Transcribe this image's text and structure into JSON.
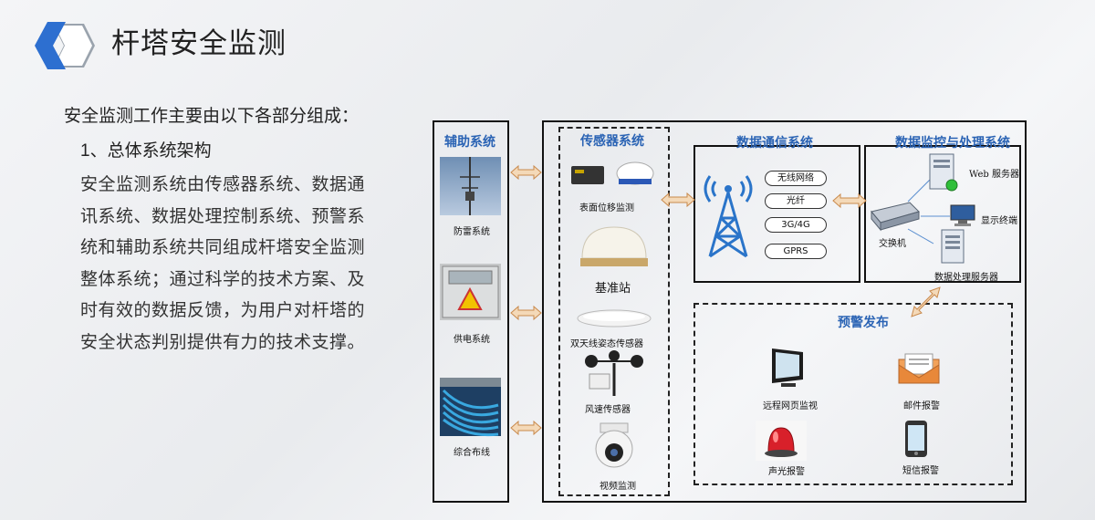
{
  "header": {
    "title": "杆塔安全监测"
  },
  "intro": "安全监测工作主要由以下各部分组成：",
  "section": {
    "heading": "1、总体系统架构",
    "paragraph": "安全监测系统由传感器系统、数据通讯系统、数据处理控制系统、预警系统和辅助系统共同组成杆塔安全监测整体系统；通过科学的技术方案、及时有效的数据反馈，为用户对杆塔的安全状态判别提供有力的技术支撑。"
  },
  "diagram": {
    "auxiliary": {
      "title": "辅助系统",
      "items": [
        "防雷系统",
        "供电系统",
        "综合布线"
      ]
    },
    "sensors": {
      "title": "传感器系统",
      "items": [
        "表面位移监测",
        "基准站",
        "双天线姿态传感器",
        "风速传感器",
        "视频监测"
      ]
    },
    "comm": {
      "title": "数据通信系统",
      "channels": [
        "无线网络",
        "光纤",
        "3G/4G",
        "GPRS"
      ]
    },
    "processing": {
      "title": "数据监控与处理系统",
      "web_server": "Web 服务器",
      "terminal": "显示终端",
      "switch": "交换机",
      "data_server": "数据处理服务器"
    },
    "alert": {
      "title": "预警发布",
      "items": [
        "远程网页监视",
        "邮件报警",
        "声光报警",
        "短信报警"
      ]
    }
  },
  "colors": {
    "accent_blue": "#2a63b4",
    "logo_blue": "#2d6fd0",
    "arrow_fill": "#f4d9b8",
    "arrow_stroke": "#c98a4d"
  }
}
